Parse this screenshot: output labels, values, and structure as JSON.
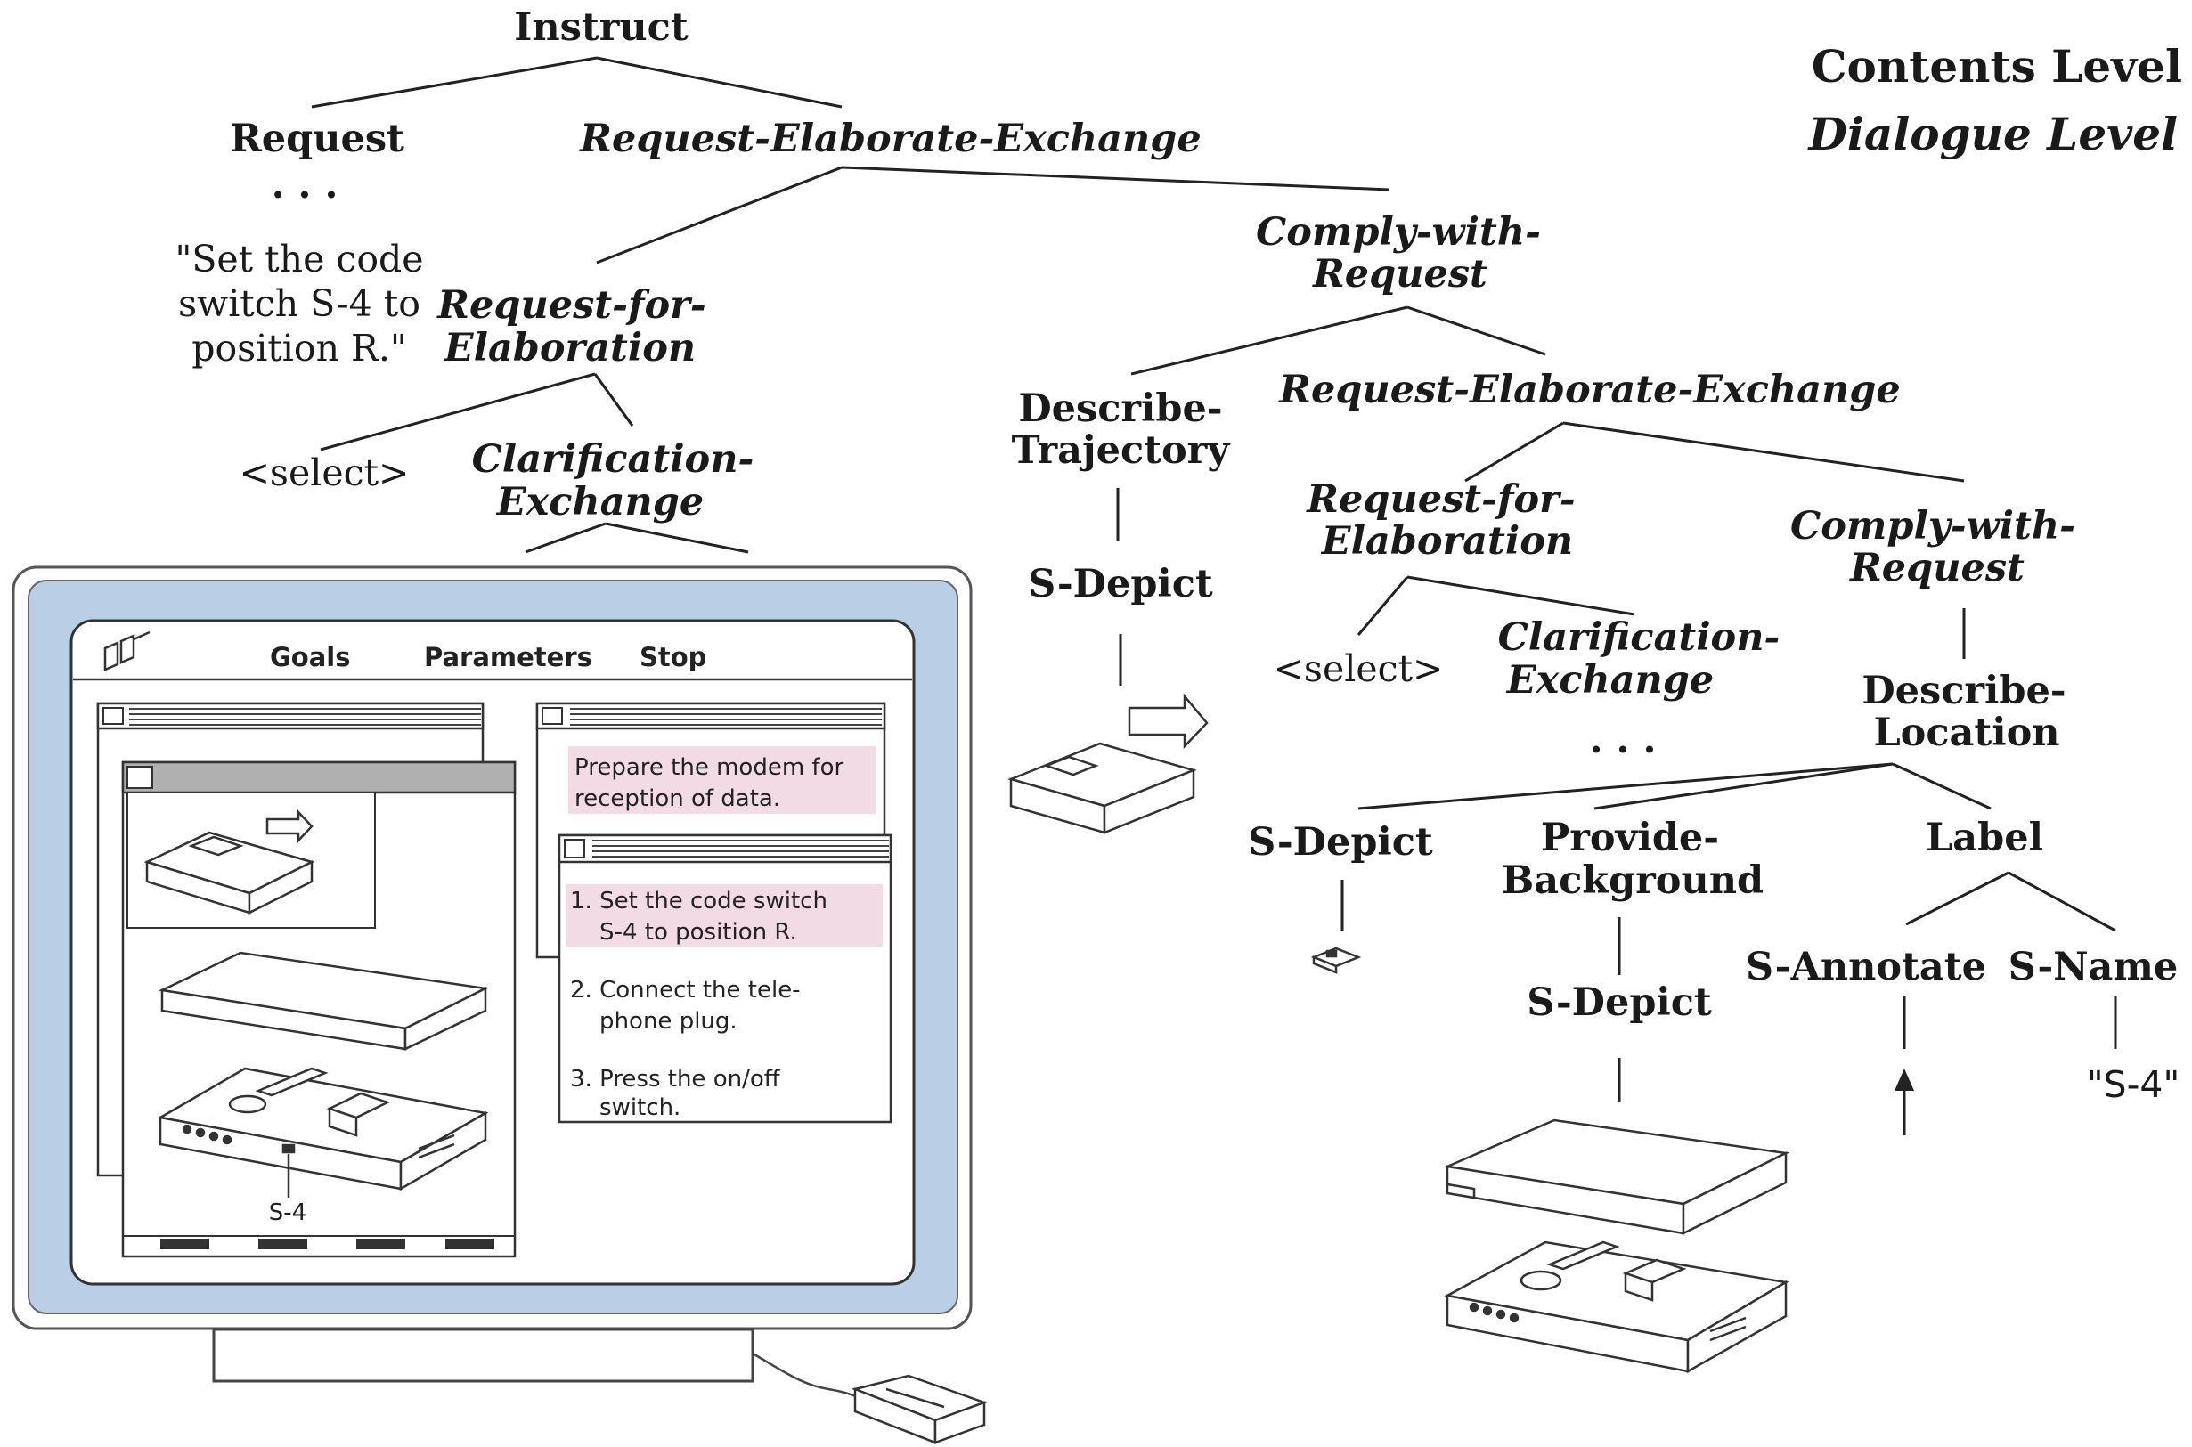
{
  "legend": {
    "contents_level": "Contents Level",
    "dialogue_level": "Dialogue Level"
  },
  "tree": {
    "instruct": "Instruct",
    "request": "Request",
    "request_dots": ". . .",
    "request_text": [
      "\"Set the code",
      "switch S-4 to",
      "position R.\""
    ],
    "ree_top": "Request-Elaborate-Exchange",
    "rfe_left": [
      "Request-for-",
      "Elaboration"
    ],
    "select_left": "<select>",
    "clar_left": [
      "Clarification-",
      "Exchange"
    ],
    "cwr_top": [
      "Comply-with-",
      "Request"
    ],
    "describe_trajectory": [
      "Describe-",
      "Trajectory"
    ],
    "sdepict_traj": "S-Depict",
    "ree_right": "Request-Elaborate-Exchange",
    "rfe_right": [
      "Request-for-",
      "Elaboration"
    ],
    "select_right": "<select>",
    "clar_right": [
      "Clarification-",
      "Exchange"
    ],
    "clar_right_dots": ". . .",
    "cwr_right": [
      "Comply-with-",
      "Request"
    ],
    "describe_location": [
      "Describe-",
      "Location"
    ],
    "sdepict_loc": "S-Depict",
    "provide_background": [
      "Provide-",
      "Background"
    ],
    "sdepict_bg": "S-Depict",
    "label": "Label",
    "s_annotate": "S-Annotate",
    "s_name": "S-Name",
    "s4_value": "\"S-4\""
  },
  "screen": {
    "menu": [
      "Goals",
      "Parameters",
      "Stop"
    ],
    "step_box": [
      "Prepare the modem for",
      "reception of data."
    ],
    "instructions": [
      [
        "1. Set the code switch",
        "    S-4 to position R."
      ],
      [
        "2. Connect the tele-",
        "    phone plug."
      ],
      [
        "3. Press the on/off",
        "    switch."
      ]
    ],
    "switch_label": "S-4"
  },
  "colors": {
    "screen_bezel": "#b9cfe6",
    "highlight": "#f3dbe6"
  }
}
